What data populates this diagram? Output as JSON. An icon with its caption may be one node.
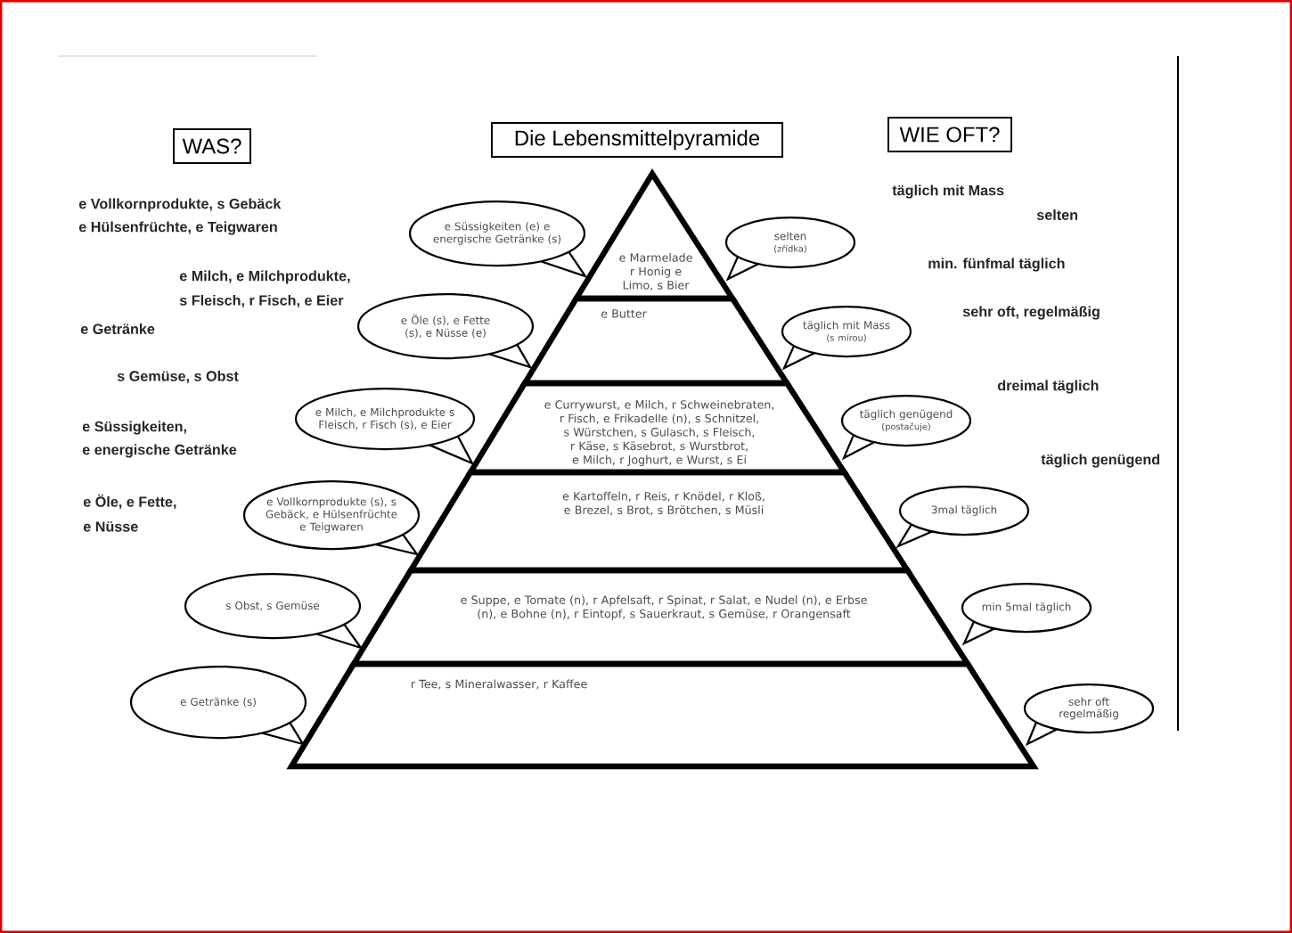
{
  "diagram": {
    "nodes": [
      {
        "text": [
          "WAS?"
        ]
      },
      {
        "text": [
          "Die Lebensmittelpyramide"
        ]
      },
      {
        "text": [
          "WIE OFT?"
        ]
      },
      {
        "text": [
          "e Marmelade r Honig e Limo, s Bier"
        ]
      },
      {
        "text": [
          "e Butter"
        ]
      },
      {
        "text": [
          "e Currywurst, e Milch, r Schweinebraten, r Fisch, e Frikadelle (n), s Schnitzel, s Würstchen, s Gulasch, s Fleisch, r Käse, s Käsebrot, s Wurstbrot, e Milch, r Joghurt, e Wurst, s Ei"
        ]
      },
      {
        "text": [
          "e Kartoffeln, r Reis, r Knödel, r Kloß, e Brezel, s Brot, s Brötchen, s Müsli"
        ]
      },
      {
        "text": [
          "e Suppe, e Tomate (n), r Apfelsaft, r Spinat, r Salat, e Nudel (n), e Erbse (n), e Bohne (n), r Eintopf, s Sauerkraut, s Gemüse, r Orangensaft"
        ]
      },
      {
        "text": [
          "r Tee, s Mineralwasser, r Kaffee"
        ]
      },
      {
        "text": [
          "e Süssigkeiten (e) e energische Getränke (s)"
        ]
      },
      {
        "text": [
          "e Öle (s), e Fette (s), e Nüsse (e)"
        ]
      },
      {
        "text": [
          "e Milch, e Milchprodukte s Fleisch, r Fisch (s), e Eier"
        ]
      },
      {
        "text": [
          "e Vollkornprodukte (s), s Gebäck, e Hülsenfrüchte e Teigwaren"
        ]
      },
      {
        "text": [
          "s Obst, s Gemüse"
        ]
      },
      {
        "text": [
          "e Getränke (s)"
        ]
      },
      {
        "text": [
          "selten",
          "(zřídka)"
        ]
      },
      {
        "text": [
          "täglich mit Mass",
          "(s mírou)"
        ]
      },
      {
        "text": [
          "täglich genügend",
          "(postačuje)"
        ]
      },
      {
        "text": [
          "3mal täglich"
        ]
      },
      {
        "text": [
          "min 5mal täglich"
        ]
      },
      {
        "text": [
          "sehr oft regelmäßig"
        ]
      }
    ],
    "labels": [
      "e Vollkornprodukte, s Gebäck",
      "e Hülsenfrüchte, e Teigwaren",
      "e Milch, e Milchprodukte,",
      "s Fleisch, r Fisch, e Eier",
      "e Getränke",
      "s Gemüse, s Obst",
      "e Süssigkeiten,",
      "e energische Getränke",
      "e Öle, e Fette,",
      "e Nüsse",
      "täglich mit Mass",
      "selten",
      "min. fünfmal täglich",
      "sehr oft, regelmäßig",
      "dreimal täglich",
      "täglich genügend"
    ]
  }
}
